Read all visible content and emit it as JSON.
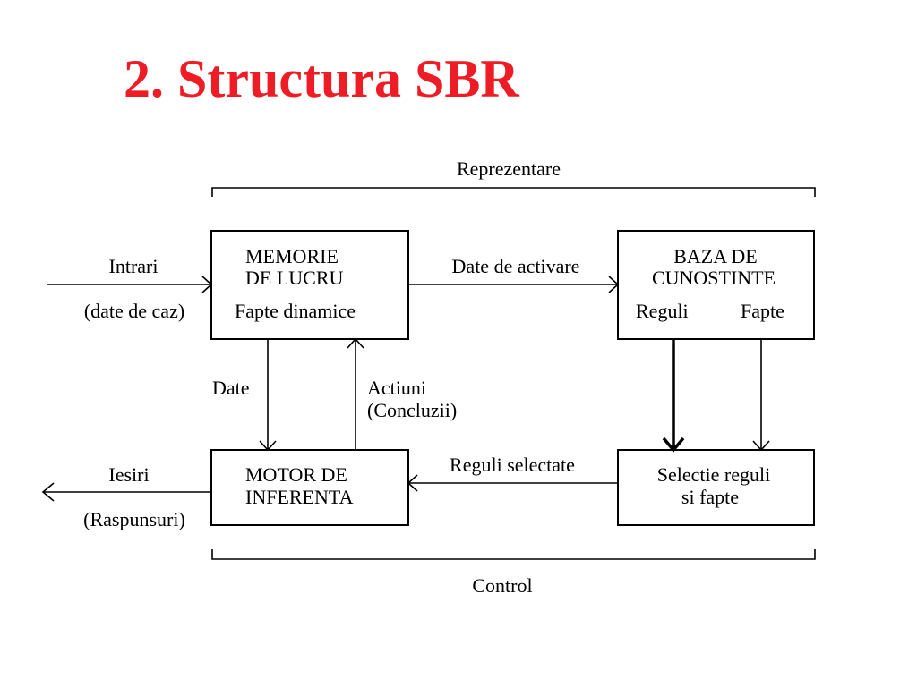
{
  "title": "2. Structura SBR",
  "colors": {
    "title": "#ee1c25",
    "lines": "#000000",
    "background": "#ffffff"
  },
  "diagram": {
    "top_bracket_label": "Reprezentare",
    "bottom_bracket_label": "Control",
    "memorie": {
      "line1": "MEMORIE",
      "line2": "DE LUCRU",
      "line3": "Fapte dinamice"
    },
    "baza": {
      "line1": "BAZA DE",
      "line2": "CUNOSTINTE",
      "left": "Reguli",
      "right": "Fapte"
    },
    "motor": {
      "line1": "MOTOR DE",
      "line2": "INFERENTA"
    },
    "selectie": {
      "line1": "Selectie reguli",
      "line2": "si fapte"
    },
    "edges": {
      "intrari": "Intrari",
      "intrari_sub": "(date de caz)",
      "date_activare": "Date de activare",
      "date": "Date",
      "actiuni": "Actiuni",
      "concluzii": "(Concluzii)",
      "reguli_selectate": "Reguli selectate",
      "iesiri": "Iesiri",
      "raspunsuri": "(Raspunsuri)"
    }
  }
}
